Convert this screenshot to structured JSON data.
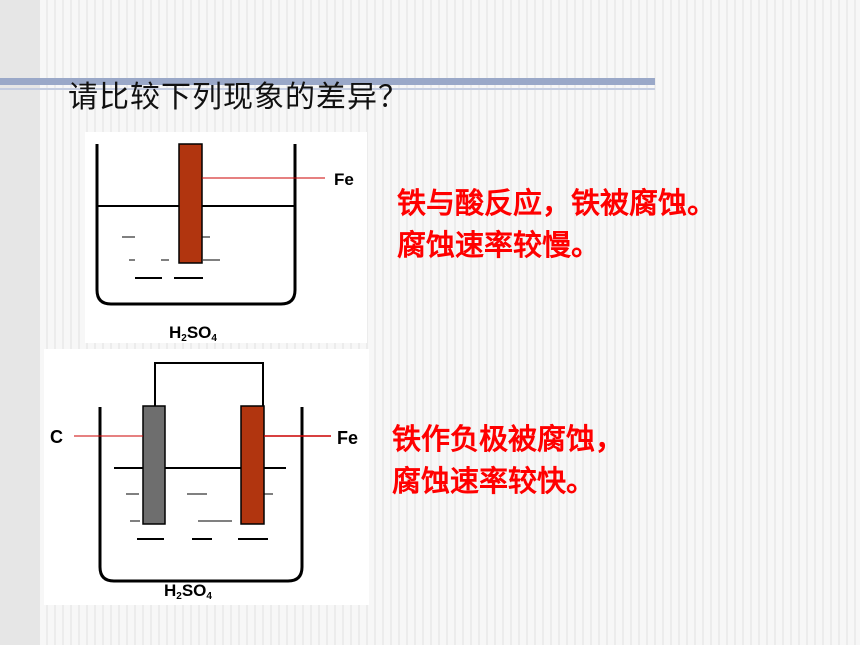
{
  "slide": {
    "title": "请比较下列现象的差异？"
  },
  "diagram1": {
    "electrode_label": "Fe",
    "solution_main": "H",
    "solution_sub1": "2",
    "solution_mid": "SO",
    "solution_sub2": "4",
    "description_line1": "铁与酸反应，铁被腐蚀。",
    "description_line2": "腐蚀速率较慢。"
  },
  "diagram2": {
    "left_electrode_label": "C",
    "right_electrode_label": "Fe",
    "solution_main": "H",
    "solution_sub1": "2",
    "solution_mid": "SO",
    "solution_sub2": "4",
    "description_line1": "铁作负极被腐蚀，",
    "description_line2": "腐蚀速率较快。"
  },
  "colors": {
    "iron_electrode": "#b1350f",
    "carbon_electrode": "#6e6e6e",
    "text_highlight": "#ff0000",
    "header_bar": "#9aa8c8"
  }
}
